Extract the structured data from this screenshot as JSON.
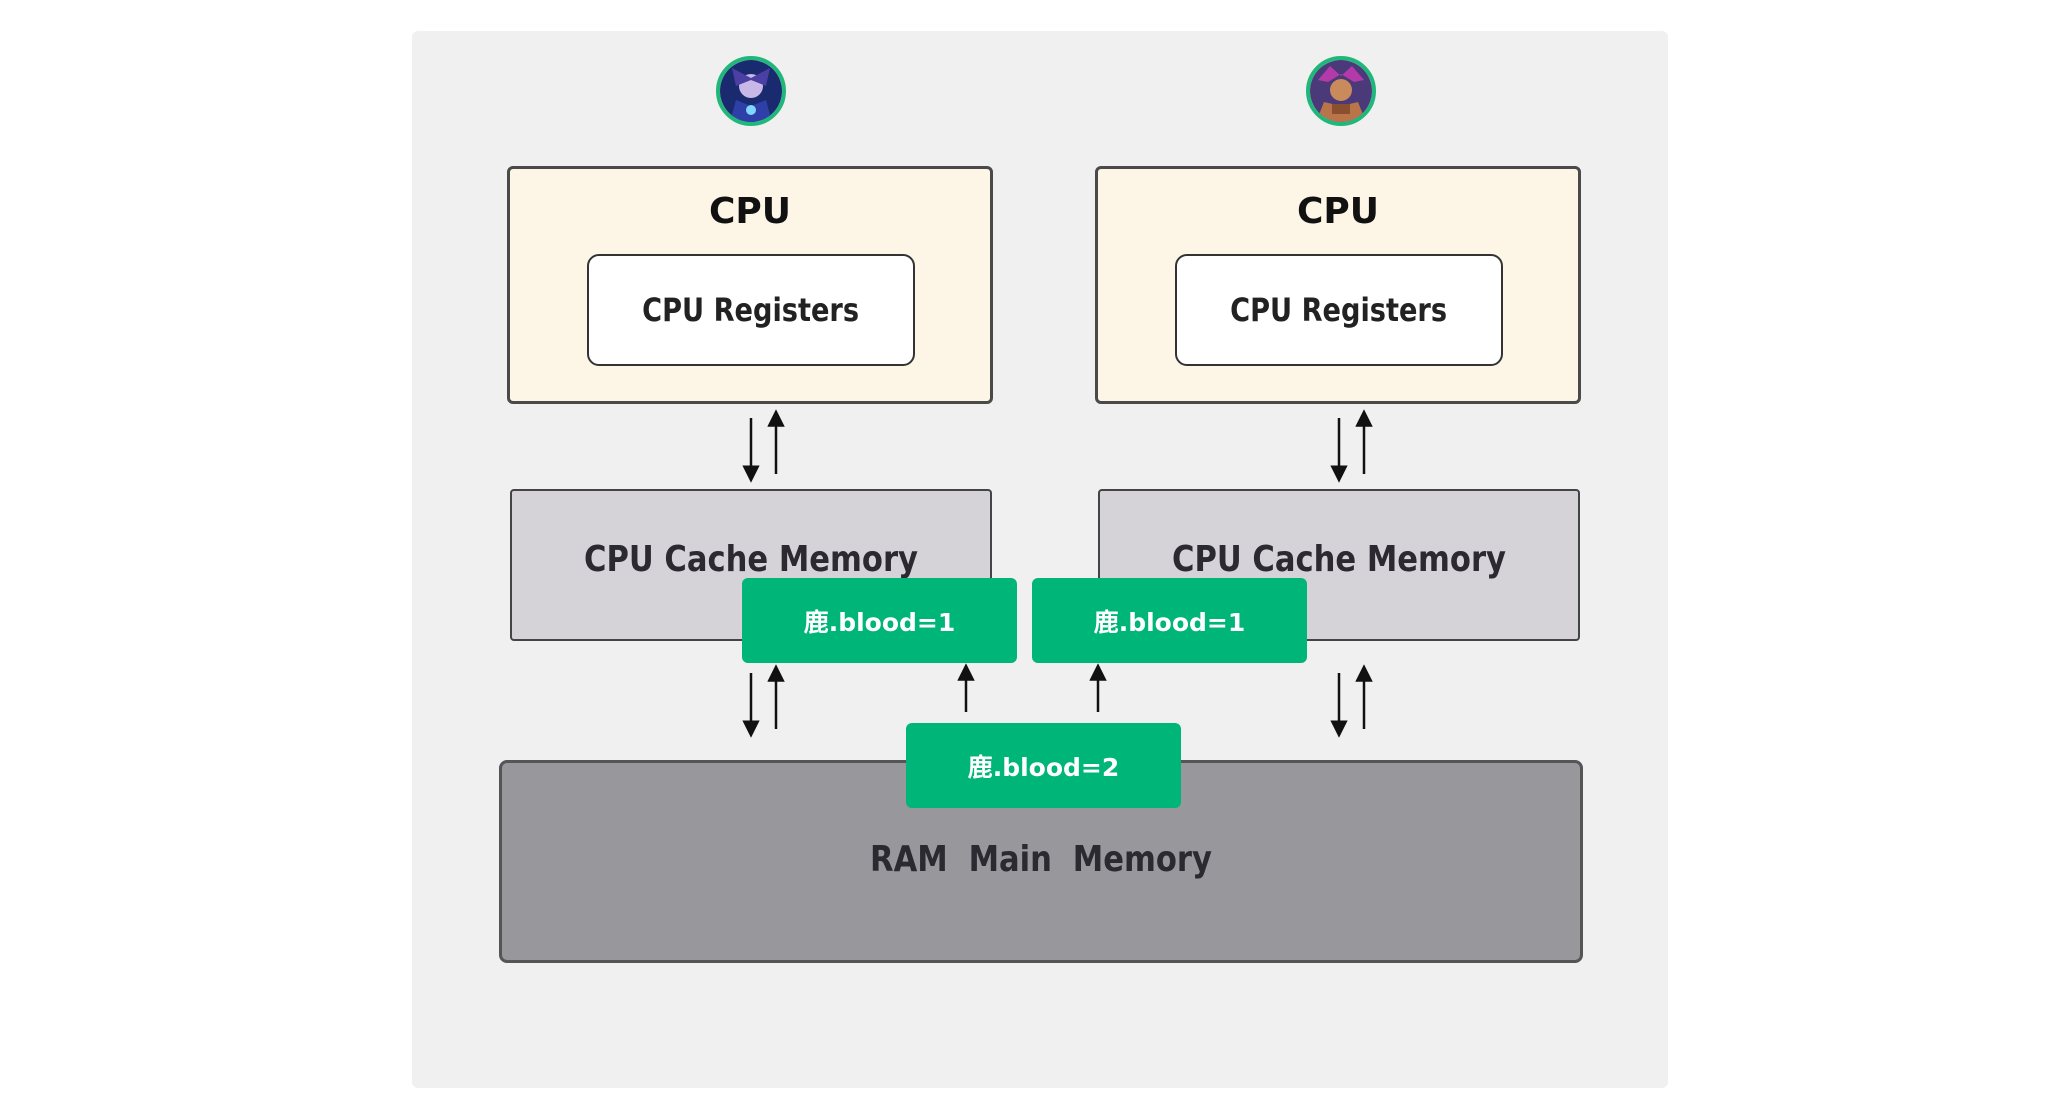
{
  "diagram": {
    "cpu_left": {
      "title": "CPU",
      "registers_label": "CPU Registers",
      "cache_label": "CPU Cache Memory",
      "avatar_icon": "hero-avatar-blue-icon"
    },
    "cpu_right": {
      "title": "CPU",
      "registers_label": "CPU Registers",
      "cache_label": "CPU Cache Memory",
      "avatar_icon": "hero-avatar-warrior-icon"
    },
    "ram_label": "RAM  Main  Memory",
    "tags": {
      "left_cache_value": "鹿.blood=1",
      "right_cache_value": "鹿.blood=1",
      "ram_value": "鹿.blood=2"
    },
    "colors": {
      "tag_green": "#00b578",
      "cpu_fill": "#fdf6e7",
      "cache_fill": "#d5d3d8",
      "ram_fill": "#98979c",
      "canvas": "#f0f0f0",
      "avatar_ring": "#1fb87a"
    }
  }
}
